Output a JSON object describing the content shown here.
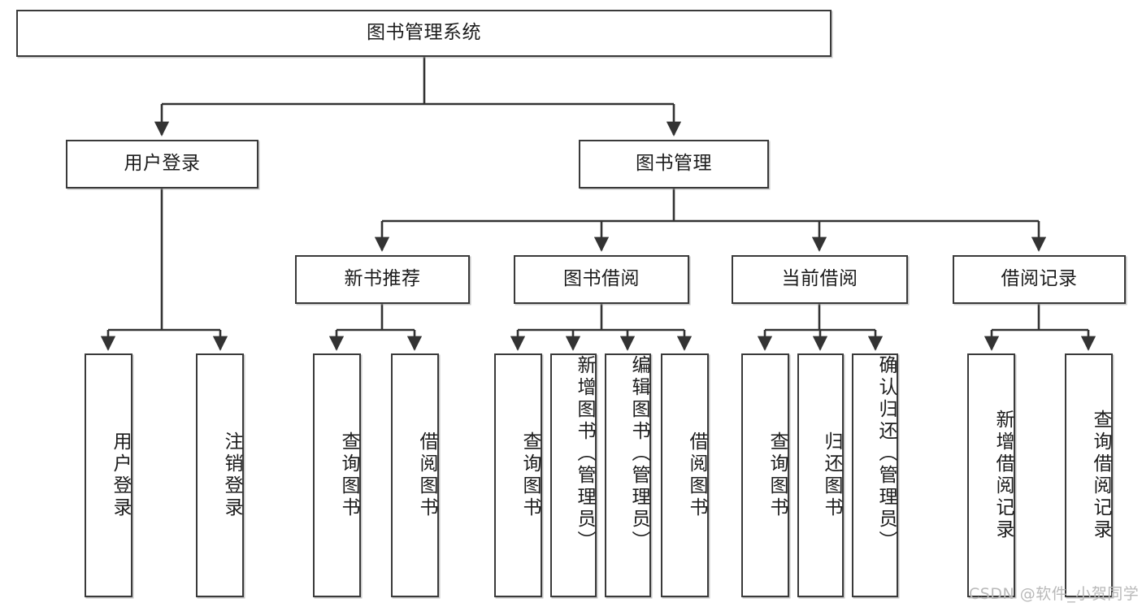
{
  "diagram": {
    "title": "图书管理系统",
    "type": "功能结构图",
    "watermark": "CSDN @软件_小贺同学",
    "colors": {
      "node_border": "#3a3a3a",
      "node_fill": "#ffffff",
      "edge": "#333333",
      "text": "#1c1c1c",
      "watermark": "#b9b9b9",
      "background": "#ffffff"
    },
    "root": {
      "label": "图书管理系统",
      "level": 0
    },
    "level1": [
      {
        "label": "用户登录",
        "level": 1
      },
      {
        "label": "图书管理",
        "level": 1
      }
    ],
    "level2": [
      {
        "label": "新书推荐",
        "level": 2,
        "parent": "图书管理"
      },
      {
        "label": "图书借阅",
        "level": 2,
        "parent": "图书管理"
      },
      {
        "label": "当前借阅",
        "level": 2,
        "parent": "图书管理"
      },
      {
        "label": "借阅记录",
        "level": 2,
        "parent": "图书管理"
      }
    ],
    "leaves": [
      {
        "label": "用户登录",
        "parent": "用户登录",
        "vertical": true,
        "align": "mid"
      },
      {
        "label": "注销登录",
        "parent": "用户登录",
        "vertical": true,
        "align": "mid"
      },
      {
        "label": "查询图书",
        "parent": "新书推荐",
        "vertical": true,
        "align": "mid"
      },
      {
        "label": "借阅图书",
        "parent": "新书推荐",
        "vertical": true,
        "align": "mid"
      },
      {
        "label": "查询图书",
        "parent": "图书借阅",
        "vertical": true,
        "align": "mid"
      },
      {
        "label": "新增图书（管理员）",
        "parent": "图书借阅",
        "vertical": true,
        "align": "top"
      },
      {
        "label": "编辑图书（管理员）",
        "parent": "图书借阅",
        "vertical": true,
        "align": "top"
      },
      {
        "label": "借阅图书",
        "parent": "图书借阅",
        "vertical": true,
        "align": "mid"
      },
      {
        "label": "查询图书",
        "parent": "当前借阅",
        "vertical": true,
        "align": "mid"
      },
      {
        "label": "归还图书",
        "parent": "当前借阅",
        "vertical": true,
        "align": "mid"
      },
      {
        "label": "确认归还（管理员）",
        "parent": "当前借阅",
        "vertical": true,
        "align": "top"
      },
      {
        "label": "新增借阅记录",
        "parent": "借阅记录",
        "vertical": true,
        "align": "mid"
      },
      {
        "label": "查询借阅记录",
        "parent": "借阅记录",
        "vertical": true,
        "align": "mid"
      }
    ]
  }
}
